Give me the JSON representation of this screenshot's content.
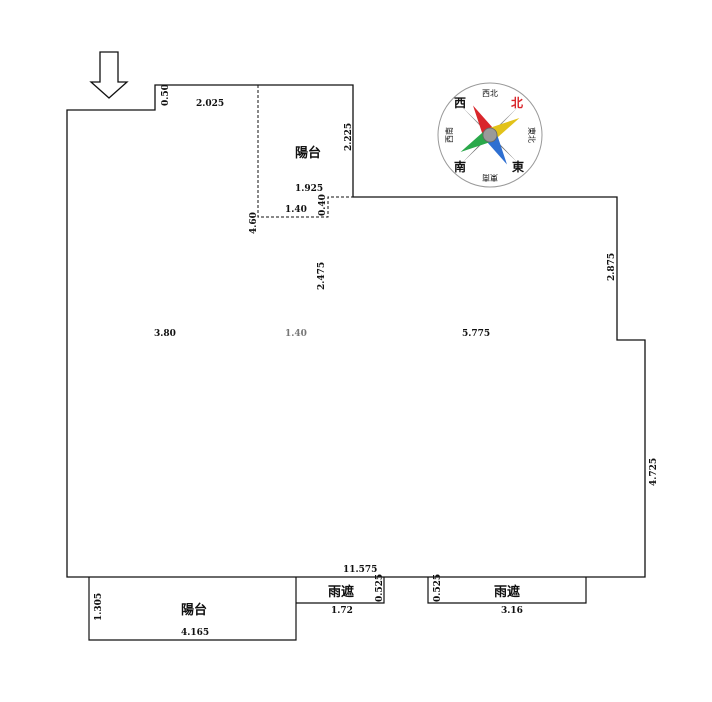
{
  "plan": {
    "rooms": {
      "balcony_top": "陽台",
      "balcony_bottom": "陽台",
      "canopy_left": "雨遮",
      "canopy_right": "雨遮"
    },
    "dimensions": {
      "d_050": "0.50",
      "d_2025": "2.025",
      "d_2225": "2.225",
      "d_1925": "1.925",
      "d_140_top": "1.40",
      "d_040": "0.40",
      "d_460": "4.60",
      "d_2475": "2.475",
      "d_2875": "2.875",
      "d_380": "3.80",
      "d_140_mid": "1.40",
      "d_5775": "5.775",
      "d_4725": "4.725",
      "d_11575": "11.575",
      "d_1305": "1.305",
      "d_4165": "4.165",
      "d_172": "1.72",
      "d_0525_left": "0.525",
      "d_0525_right": "0.525",
      "d_316": "3.16"
    }
  },
  "compass": {
    "north": "北",
    "west": "西",
    "east": "東",
    "south": "南",
    "northwest": "西北",
    "northeast": "東北",
    "southwest": "西南",
    "southeast": "東南"
  },
  "colors": {
    "line": "#111111",
    "compass_red": "#d9262b",
    "compass_green": "#2aa84a",
    "compass_blue": "#2e6fd1",
    "compass_yellow": "#e2c21a",
    "compass_gray": "#8c8c8c"
  }
}
